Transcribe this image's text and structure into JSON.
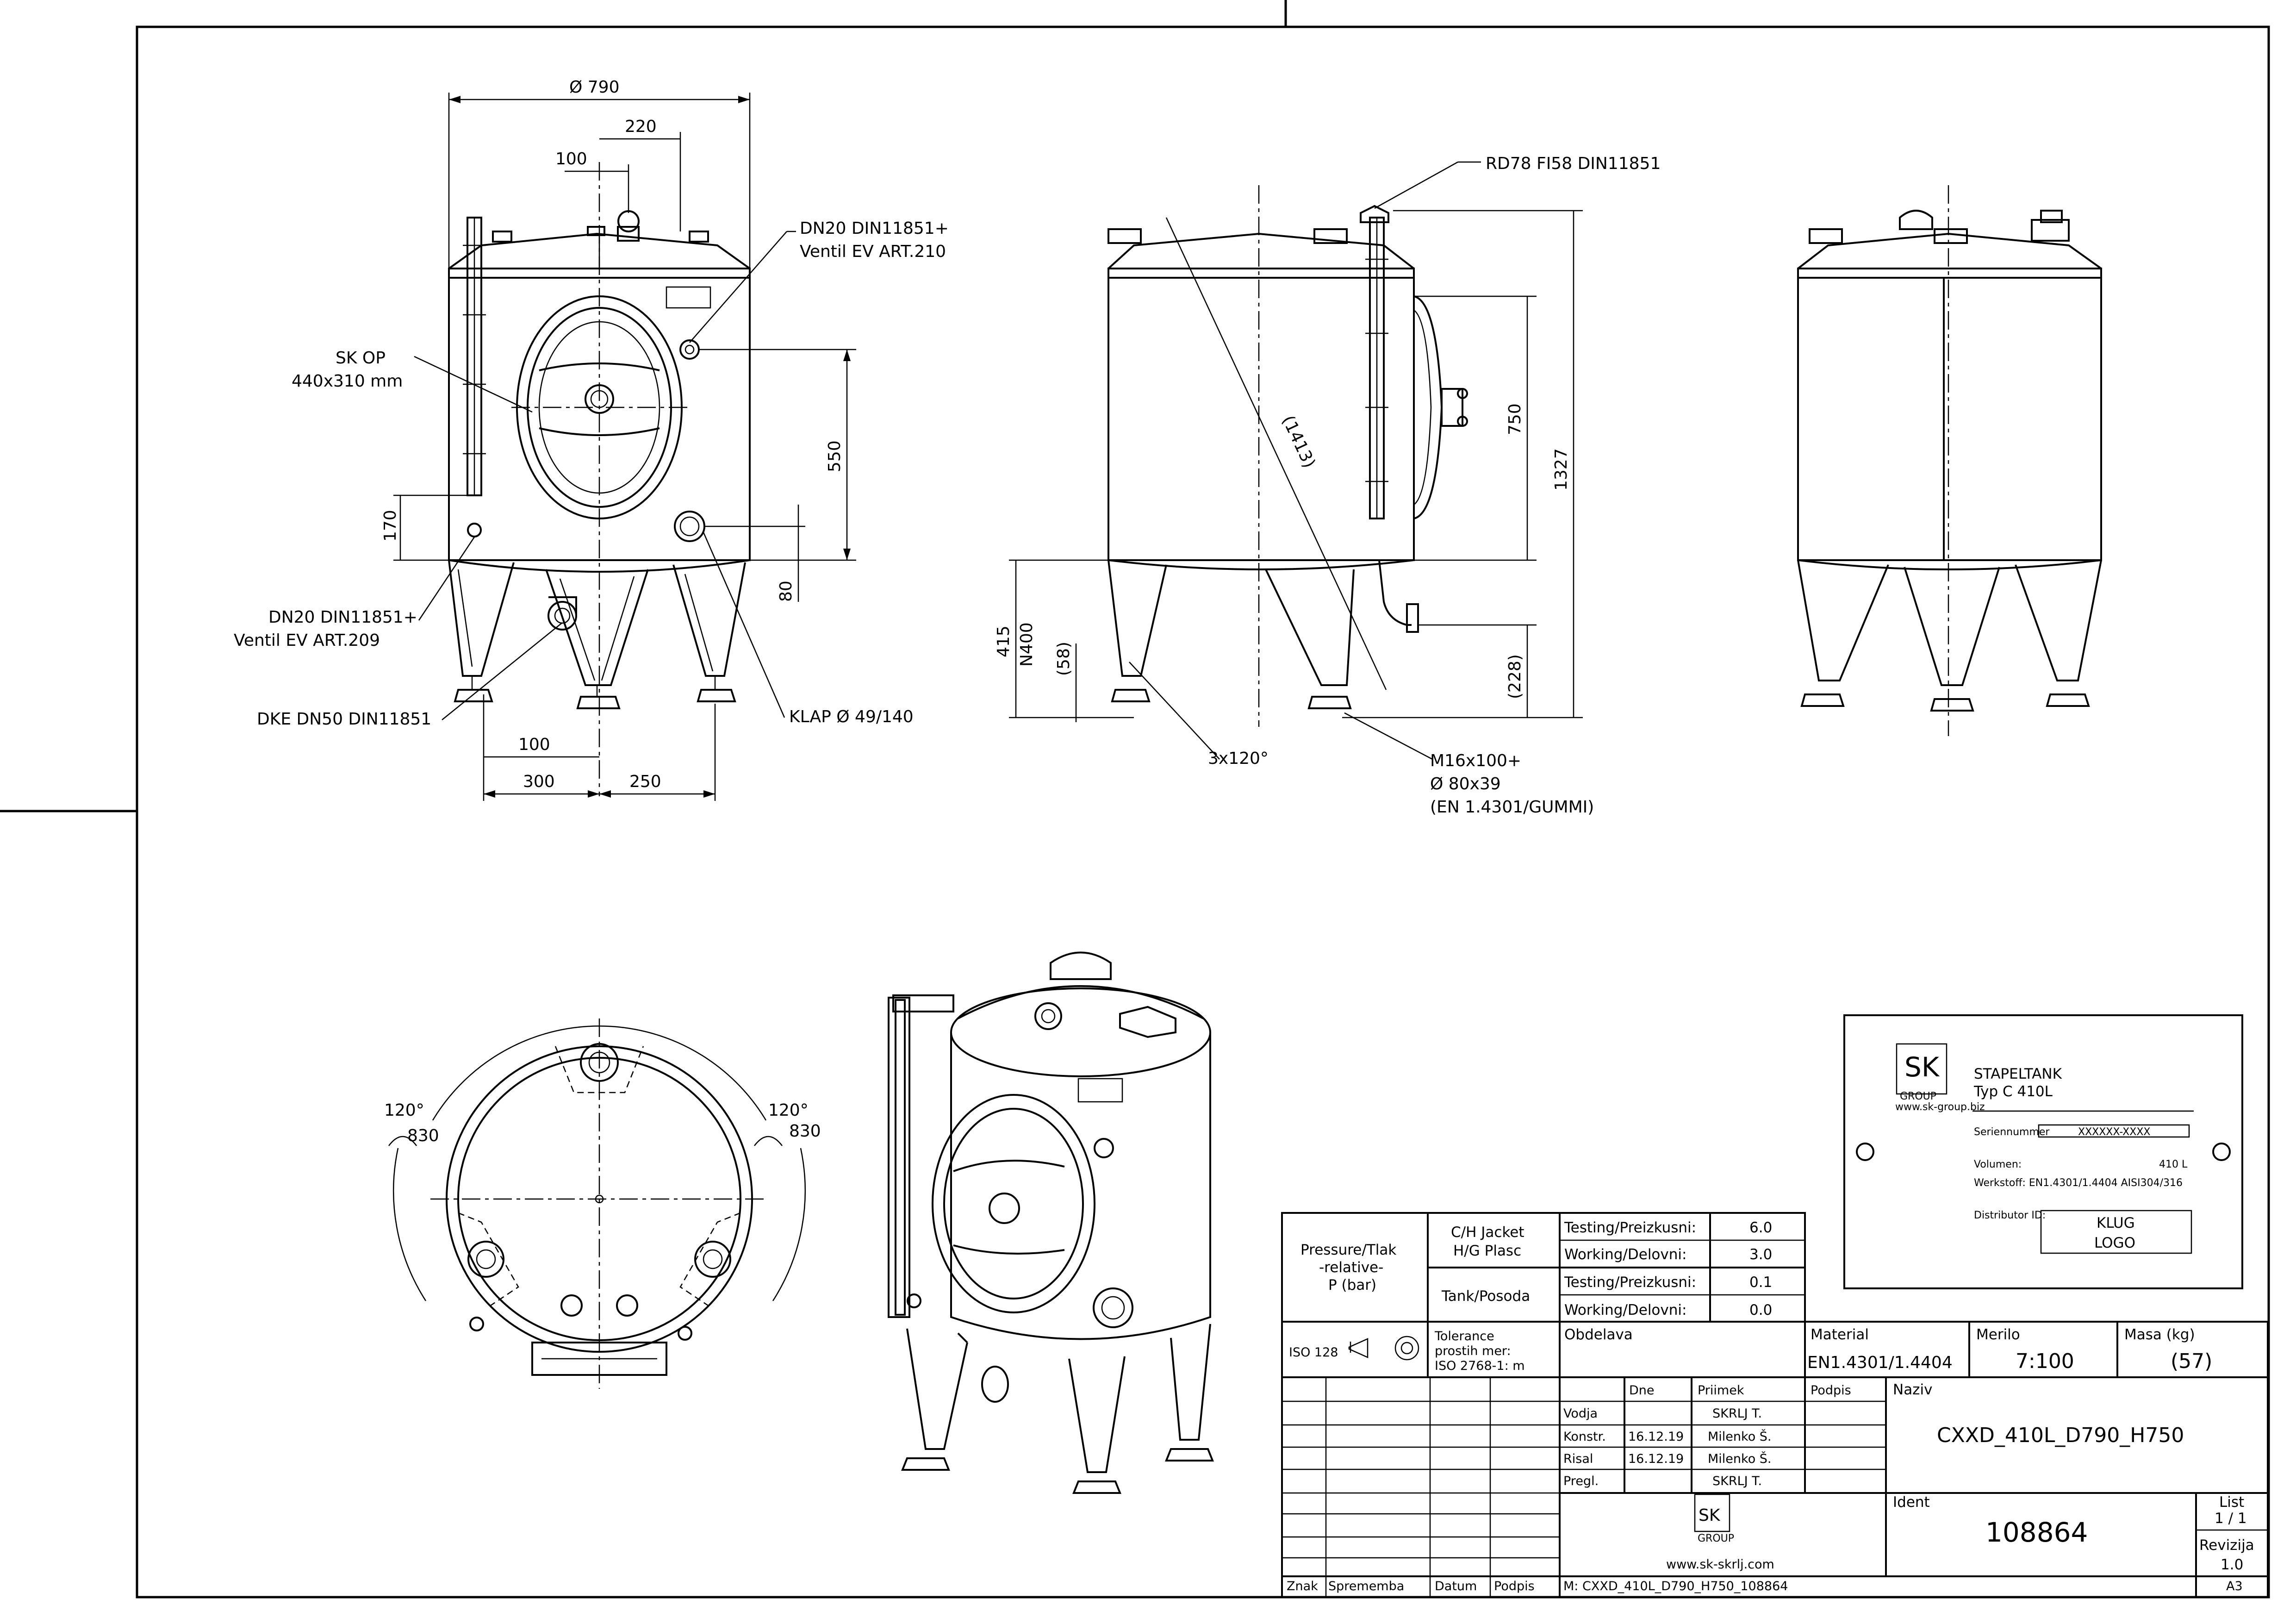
{
  "front_view": {
    "dim_diameter": "Ø 790",
    "dim_220": "220",
    "dim_100_top": "100",
    "dim_550": "550",
    "dim_170": "170",
    "dim_80": "80",
    "dim_100_bottom": "100",
    "dim_300": "300",
    "dim_250": "250",
    "label_dn20_top_line1": "DN20 DIN11851+",
    "label_dn20_top_line2": "Ventil EV ART.210",
    "label_skop_line1": "SK OP",
    "label_skop_line2": "440x310 mm",
    "label_dn20_bottom_line1": "DN20 DIN11851+",
    "label_dn20_bottom_line2": "Ventil EV ART.209",
    "label_dke": "DKE DN50 DIN11851",
    "label_klap": "KLAP Ø 49/140"
  },
  "side_view": {
    "label_rd78": "RD78 FI58 DIN11851",
    "dim_1413": "(1413)",
    "dim_750": "750",
    "dim_1327": "1327",
    "dim_415": "415",
    "dim_n400": "N400",
    "dim_58": "(58)",
    "dim_228": "(228)",
    "label_3x120": "3x120°",
    "label_m16_line1": "M16x100+",
    "label_m16_line2": "Ø 80x39",
    "label_m16_line3": "(EN 1.4301/GUMMI)"
  },
  "top_view": {
    "angle_left": "120°",
    "radius_left": "830",
    "angle_right": "120°",
    "radius_right": "830"
  },
  "nameplate": {
    "brand": "SK",
    "brand_sub": "GROUP",
    "brand_web": "www.sk-group.biz",
    "title_line1": "STAPELTANK",
    "title_line2": "Typ  C    410L",
    "serial_label": "Seriennummer",
    "serial_value": "XXXXXX-XXXX",
    "volume_label": "Volumen:",
    "volume_value": "410  L",
    "material_label": "Werkstoff: EN1.4301/1.4404  AISI304/316",
    "distributor_label": "Distributor ID:",
    "distributor_line1": "KLUG",
    "distributor_line2": "LOGO"
  },
  "title_block": {
    "pressure_label_1": "Pressure/Tlak",
    "pressure_label_2": "-relative-",
    "pressure_label_3": "P (bar)",
    "jacket_label_1": "C/H Jacket",
    "jacket_label_2": "H/G Plasc",
    "tank_label": "Tank/Posoda",
    "testing_label": "Testing/Preizkusni:",
    "working_label": "Working/Delovni:",
    "jacket_testing": "6.0",
    "jacket_working": "3.0",
    "tank_testing": "0.1",
    "tank_working": "0.0",
    "iso": "ISO 128",
    "tolerance_1": "Tolerance",
    "tolerance_2": "prostih mer:",
    "tolerance_3": "ISO 2768-1: m",
    "obdelava": "Obdelava",
    "material_label": "Material",
    "material_value": "EN1.4301/1.4404",
    "merilo_label": "Merilo",
    "merilo_value": "7:100",
    "masa_label": "Masa (kg)",
    "masa_value": "(57)",
    "col_dne": "Dne",
    "col_priimek": "Priimek",
    "col_podpis": "Podpis",
    "naziv_label": "Naziv",
    "naziv_value": "CXXD_410L_D790_H750",
    "row_vodja": "Vodja",
    "row_vodja_name": "SKRLJ T.",
    "row_konstr": "Konstr.",
    "row_konstr_date": "16.12.19",
    "row_konstr_name": "Milenko Š.",
    "row_risal": "Risal",
    "row_risal_date": "16.12.19",
    "row_risal_name": "Milenko Š.",
    "row_pregl": "Pregl.",
    "row_pregl_name": "SKRLJ T.",
    "ident_label": "Ident",
    "ident_value": "108864",
    "list_label": "List",
    "list_value": "1 / 1",
    "revizija_label": "Revizija",
    "revizija_value": "1.0",
    "company_web": "www.sk-skrlj.com",
    "logo_text": "SK",
    "logo_sub": "GROUP",
    "col_znak": "Znak",
    "col_sprememba": "Sprememba",
    "col_datum": "Datum",
    "col_podpis2": "Podpis",
    "model_file": "M: CXXD_410L_D790_H750_108864",
    "sheet_size": "A3"
  }
}
